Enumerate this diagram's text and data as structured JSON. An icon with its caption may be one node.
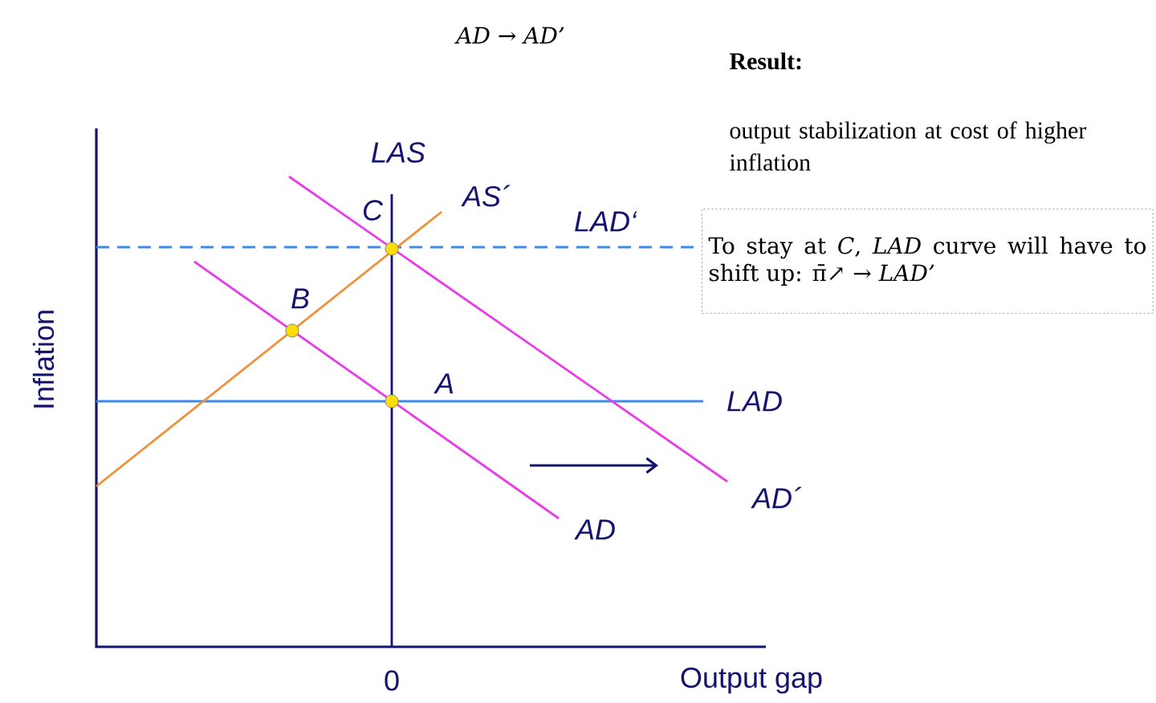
{
  "diagram": {
    "title": "*AD* → *AD’*",
    "nodes": [
      {
        "text": [
          "To stay at *C*, *LAD* curve will have to shift up: π̄↗ → *LAD’*"
        ]
      }
    ],
    "labels": [
      "Result:",
      "output stabilization at cost of higher inflation",
      "LAS",
      "AS´",
      "LAD‘",
      "C",
      "B",
      "A",
      "LAD",
      "AD´",
      "AD",
      "Inflation",
      "0",
      "Output gap"
    ]
  }
}
